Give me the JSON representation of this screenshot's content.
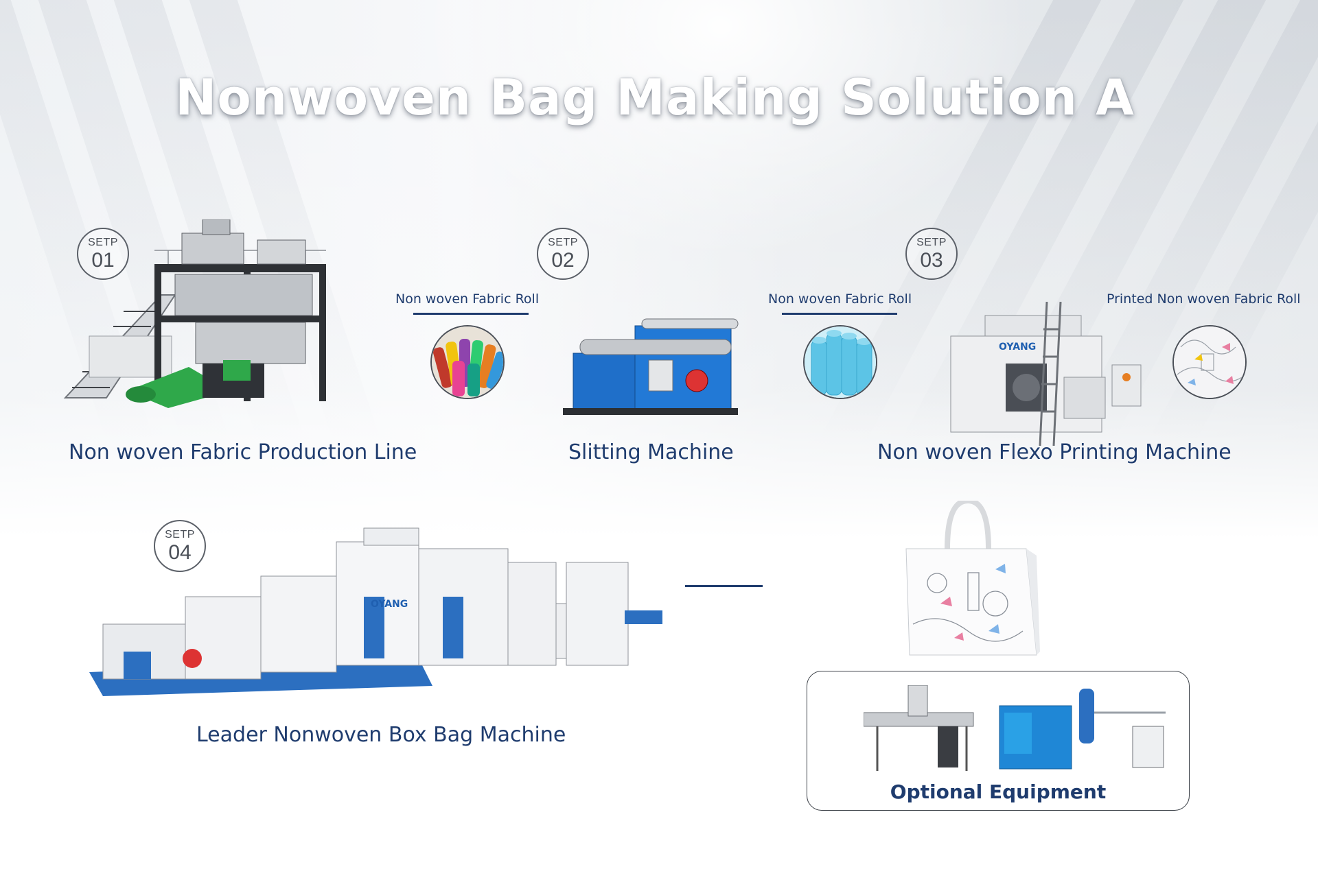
{
  "title": "Nonwoven Bag Making Solution A",
  "steps": [
    {
      "label": "SETP",
      "number": "01",
      "caption": "Non woven Fabric Production Line"
    },
    {
      "label": "SETP",
      "number": "02",
      "caption": "Slitting Machine"
    },
    {
      "label": "SETP",
      "number": "03",
      "caption": "Non woven Flexo Printing Machine"
    },
    {
      "label": "SETP",
      "number": "04",
      "caption": "Leader Nonwoven Box Bag Machine"
    }
  ],
  "rolls": [
    {
      "label": "Non woven Fabric Roll"
    },
    {
      "label": "Non woven Fabric Roll"
    },
    {
      "label": "Printed Non woven Fabric Roll"
    }
  ],
  "optional": {
    "title": "Optional Equipment"
  },
  "brand_logo": "OYANG",
  "colors": {
    "accent": "#1f3c6e",
    "machine_blue": "#1f6fc9",
    "step_border": "#5b6068"
  }
}
